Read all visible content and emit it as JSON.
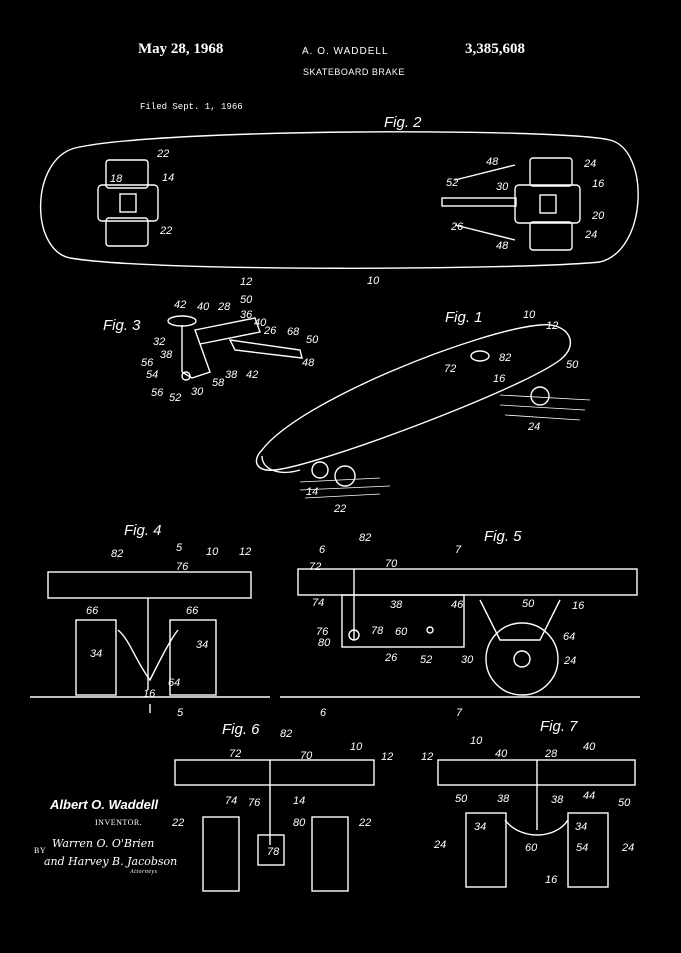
{
  "header": {
    "date": "May 28, 1968",
    "inventor_name": "A. O. WADDELL",
    "title": "SKATEBOARD BRAKE",
    "patent_number": "3,385,608",
    "filed": "Filed Sept. 1, 1966"
  },
  "figures": {
    "fig1": "Fig. 1",
    "fig2": "Fig. 2",
    "fig3": "Fig. 3",
    "fig4": "Fig. 4",
    "fig5": "Fig. 5",
    "fig6": "Fig. 6",
    "fig7": "Fig. 7"
  },
  "inventor_block": {
    "signature_name": "Albert O. Waddell",
    "role": "INVENTOR.",
    "by": "BY",
    "attorney_line1": "Warren O. O'Brien",
    "attorney_line2": "and Harvey B. Jacobson",
    "attorney_role": "Attorneys"
  },
  "reference_numerals": {
    "fig2": [
      "22",
      "18",
      "14",
      "22",
      "48",
      "52",
      "30",
      "24",
      "16",
      "20",
      "26",
      "48",
      "24",
      "12",
      "10"
    ],
    "fig3": [
      "42",
      "40",
      "28",
      "50",
      "36",
      "40",
      "26",
      "68",
      "50",
      "32",
      "38",
      "48",
      "56",
      "54",
      "56",
      "52",
      "30",
      "58",
      "38",
      "42"
    ],
    "fig1": [
      "10",
      "12",
      "82",
      "72",
      "16",
      "50",
      "24",
      "14",
      "22"
    ],
    "fig4": [
      "82",
      "5",
      "10",
      "12",
      "76",
      "66",
      "66",
      "34",
      "34",
      "64",
      "16",
      "5"
    ],
    "fig5": [
      "6",
      "82",
      "7",
      "72",
      "70",
      "74",
      "38",
      "46",
      "50",
      "16",
      "76",
      "78",
      "60",
      "80",
      "64",
      "26",
      "52",
      "30",
      "24",
      "6",
      "7"
    ],
    "fig6": [
      "82",
      "10",
      "12",
      "72",
      "70",
      "74",
      "76",
      "14",
      "22",
      "80",
      "22",
      "78"
    ],
    "fig7": [
      "10",
      "12",
      "40",
      "28",
      "40",
      "50",
      "38",
      "38",
      "44",
      "50",
      "34",
      "34",
      "60",
      "54",
      "24",
      "24",
      "16"
    ]
  },
  "colors": {
    "background": "#000000",
    "ink": "#ffffff"
  }
}
